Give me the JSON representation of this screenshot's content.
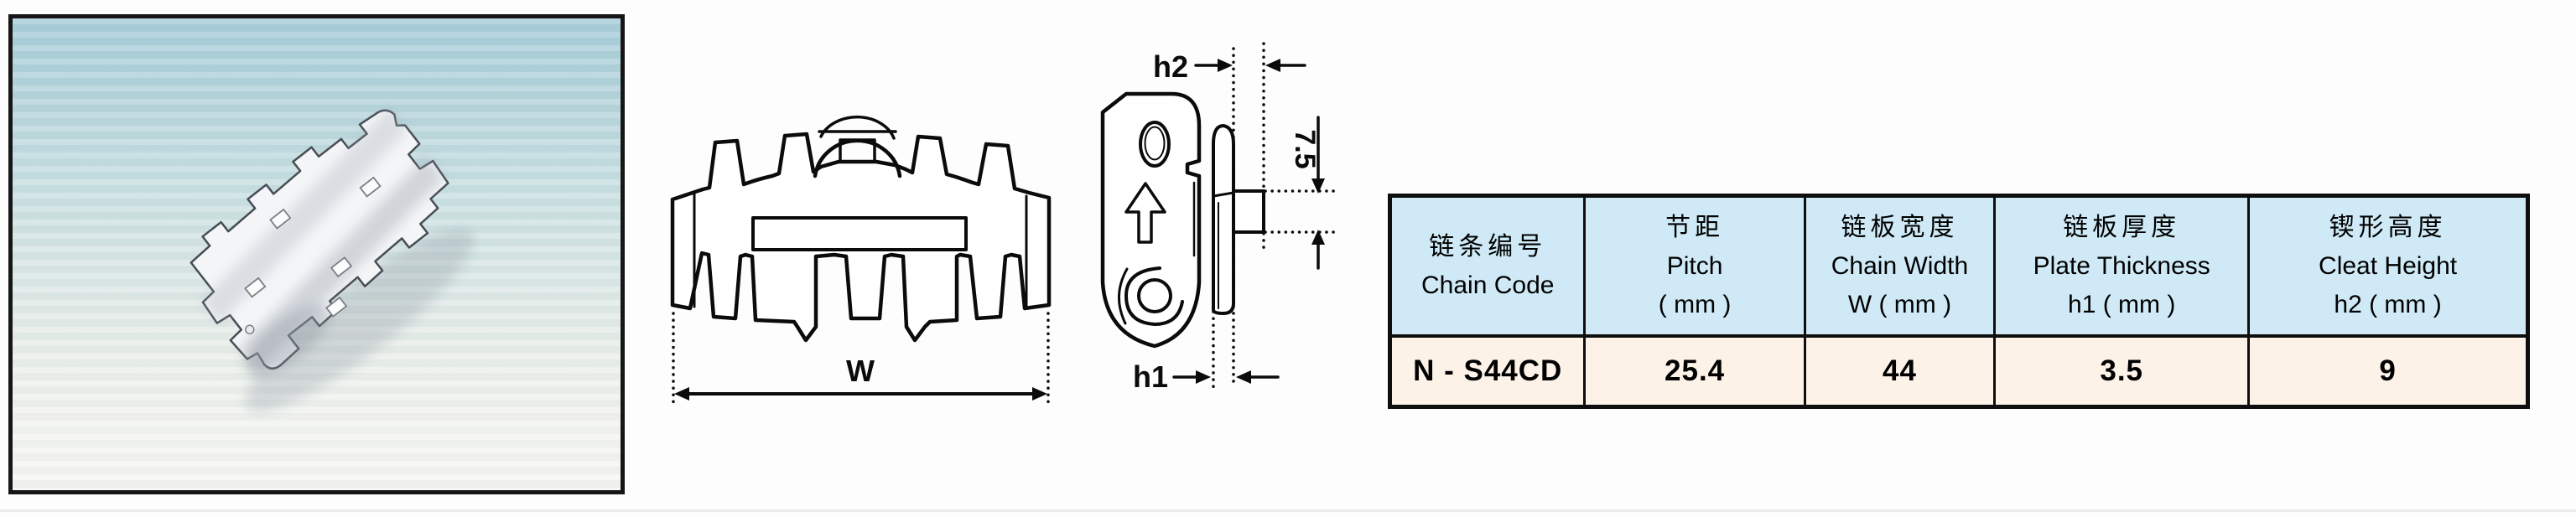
{
  "photo": {
    "description": "white plastic cleated chain link photographed diagonally on blue-to-white gradient background"
  },
  "drawings": {
    "front_view": {
      "width_label": "W"
    },
    "side_view": {
      "h2_label": "h2",
      "h1_label": "h1",
      "tab_dim_label": "7.5"
    }
  },
  "table": {
    "columns": [
      {
        "zh": "链条编号",
        "en": "Chain Code",
        "unit": ""
      },
      {
        "zh": "节距",
        "en": "Pitch",
        "unit": "( mm )"
      },
      {
        "zh": "链板宽度",
        "en": "Chain Width",
        "unit": "W ( mm )"
      },
      {
        "zh": "链板厚度",
        "en": "Plate Thickness",
        "unit": "h1 ( mm )"
      },
      {
        "zh": "锲形高度",
        "en": "Cleat Height",
        "unit": "h2 ( mm )"
      }
    ],
    "row": [
      "N - S44CD",
      "25.4",
      "44",
      "3.5",
      "9"
    ]
  },
  "colors": {
    "table_header_bg": "#cfeaf6",
    "table_row_bg": "#fdf2e8",
    "table_border": "#0e0e0e",
    "drawing_line": "#0b0b0b",
    "photo_bg_top": "#a6ccd8",
    "photo_bg_bottom": "#f6f5f2"
  }
}
